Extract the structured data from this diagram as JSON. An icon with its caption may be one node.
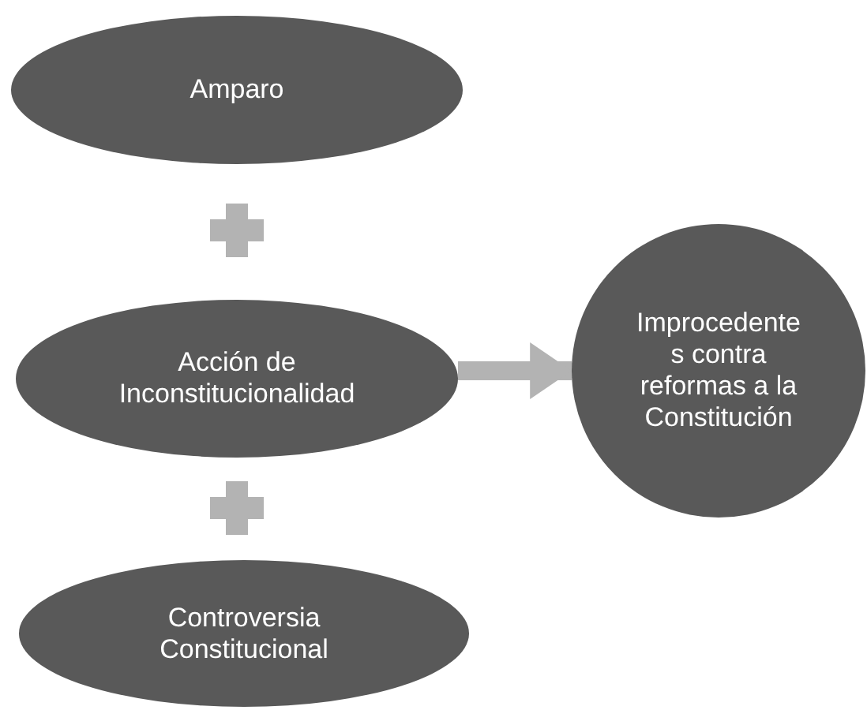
{
  "diagram": {
    "nodes": [
      {
        "text": [
          "Amparo"
        ]
      },
      {
        "text": [
          "Acción de Inconstitucionalidad"
        ]
      },
      {
        "text": [
          "Controversia Constitucional"
        ]
      },
      {
        "text": [
          "Improcedente s contra reformas a la Constitución"
        ]
      }
    ],
    "edges": [
      {
        "from": 1,
        "to": 3,
        "arrow": "to"
      }
    ]
  }
}
